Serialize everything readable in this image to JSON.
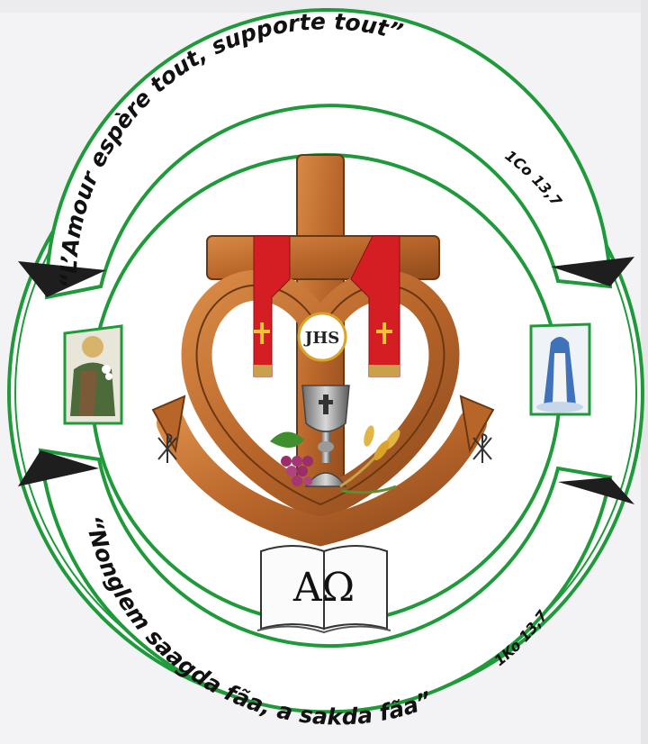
{
  "banner_top": {
    "motto": "“L’Amour espère tout, supporte tout”",
    "reference": "1Co 13,7"
  },
  "banner_bottom": {
    "motto": "“Nonglem saagda fãa, a sakda fãa”",
    "reference": "1Ko 13,7"
  },
  "center": {
    "monogram": "JHS",
    "book_letters": "ΑΩ"
  },
  "colors": {
    "ring_green": "#1f9a3a",
    "stole_red": "#d51d24",
    "anchor_wood": "#b9672b",
    "gold": "#d8a42a"
  },
  "icons": {
    "left_medallion": "saint-joseph-image",
    "right_medallion": "virgin-mary-image",
    "chi_rho": "chi-rho-symbol",
    "chalice": "chalice-icon",
    "grapes": "grapes-icon",
    "wheat": "wheat-icon"
  }
}
